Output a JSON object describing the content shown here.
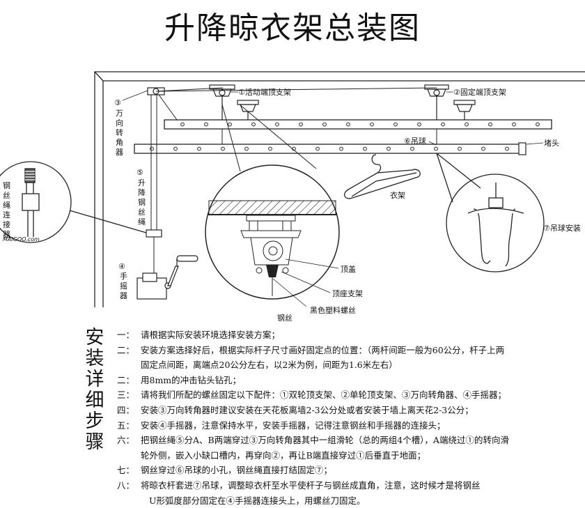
{
  "title": "升降晾衣架总装图",
  "labels": {
    "active_bracket": "①活动端顶支架",
    "fixed_bracket": "②固定端顶支架",
    "corner": [
      "③",
      "万",
      "向",
      "转",
      "角",
      "器"
    ],
    "cable": [
      "⑤",
      "升",
      "降",
      "钢",
      "丝",
      "绳"
    ],
    "crank": [
      "④",
      "手",
      "摇",
      "器"
    ],
    "connector": [
      "钢",
      "丝",
      "绳",
      "连",
      "接",
      "器"
    ],
    "ball": "⑥吊球",
    "end_cap": "堵头",
    "hanger": "衣架",
    "hook": "⑦吊球安装",
    "top_cover": "顶盖",
    "top_seat_bracket": "顶座支架",
    "plastic_screw": "黑色塑料螺丝",
    "wire": "钢丝",
    "watermark": "MAIGOO.com"
  },
  "steps_heading": [
    "安",
    "装",
    "详",
    "细",
    "步",
    "骤"
  ],
  "steps": [
    {
      "num": "一：",
      "text": "请根据实际安装环境选择安装方案；"
    },
    {
      "num": "二：",
      "text": "安装方案选择好后，根据实际杆子尺寸画好固定点的位置：（两杆间距一般为60公分，杆子上两"
    },
    {
      "num": "",
      "text": "固定点间距，离端点20公分左右，以2米为例，间距为1.6米左右）"
    },
    {
      "num": "二：",
      "text": "用8mm的冲击钻头钻孔；"
    },
    {
      "num": "三：",
      "text": "请将我们所配的螺丝固定以下配件：①双轮顶支架、②单轮顶支架、③万向转角器、④手摇器；"
    },
    {
      "num": "四：",
      "text": "安装③万向转角器时建议安装在天花板离墙2-3公分处或者安装于墙上离天花2-3公分；"
    },
    {
      "num": "五：",
      "text": "安装④手摇器，注意保持水平，安装手摇器，记得注意钢丝和手摇器的连接头；"
    },
    {
      "num": "六：",
      "text": "把钢丝绳⑤分A、B两端穿过③万向转角器其中一组滑轮（总的两组4个槽），A端绕过①的转向滑"
    },
    {
      "num": "",
      "text": "轮外侧，嵌入小缺口槽内，再穿向②，再让B端直接穿过①后垂直于地面；"
    },
    {
      "num": "七：",
      "text": "钢丝穿过⑥吊球的小孔，钢丝绳直接打结固定⑦；"
    },
    {
      "num": "八：",
      "text": "将晾衣杆套进⑦吊球，调整晾衣杆至水平使杆子与钢丝成直角，注意，这时候才是将钢丝"
    },
    {
      "num": "",
      "text": "U形弧度部分固定在④手摇器连接头上，用螺丝刀固定。"
    }
  ]
}
